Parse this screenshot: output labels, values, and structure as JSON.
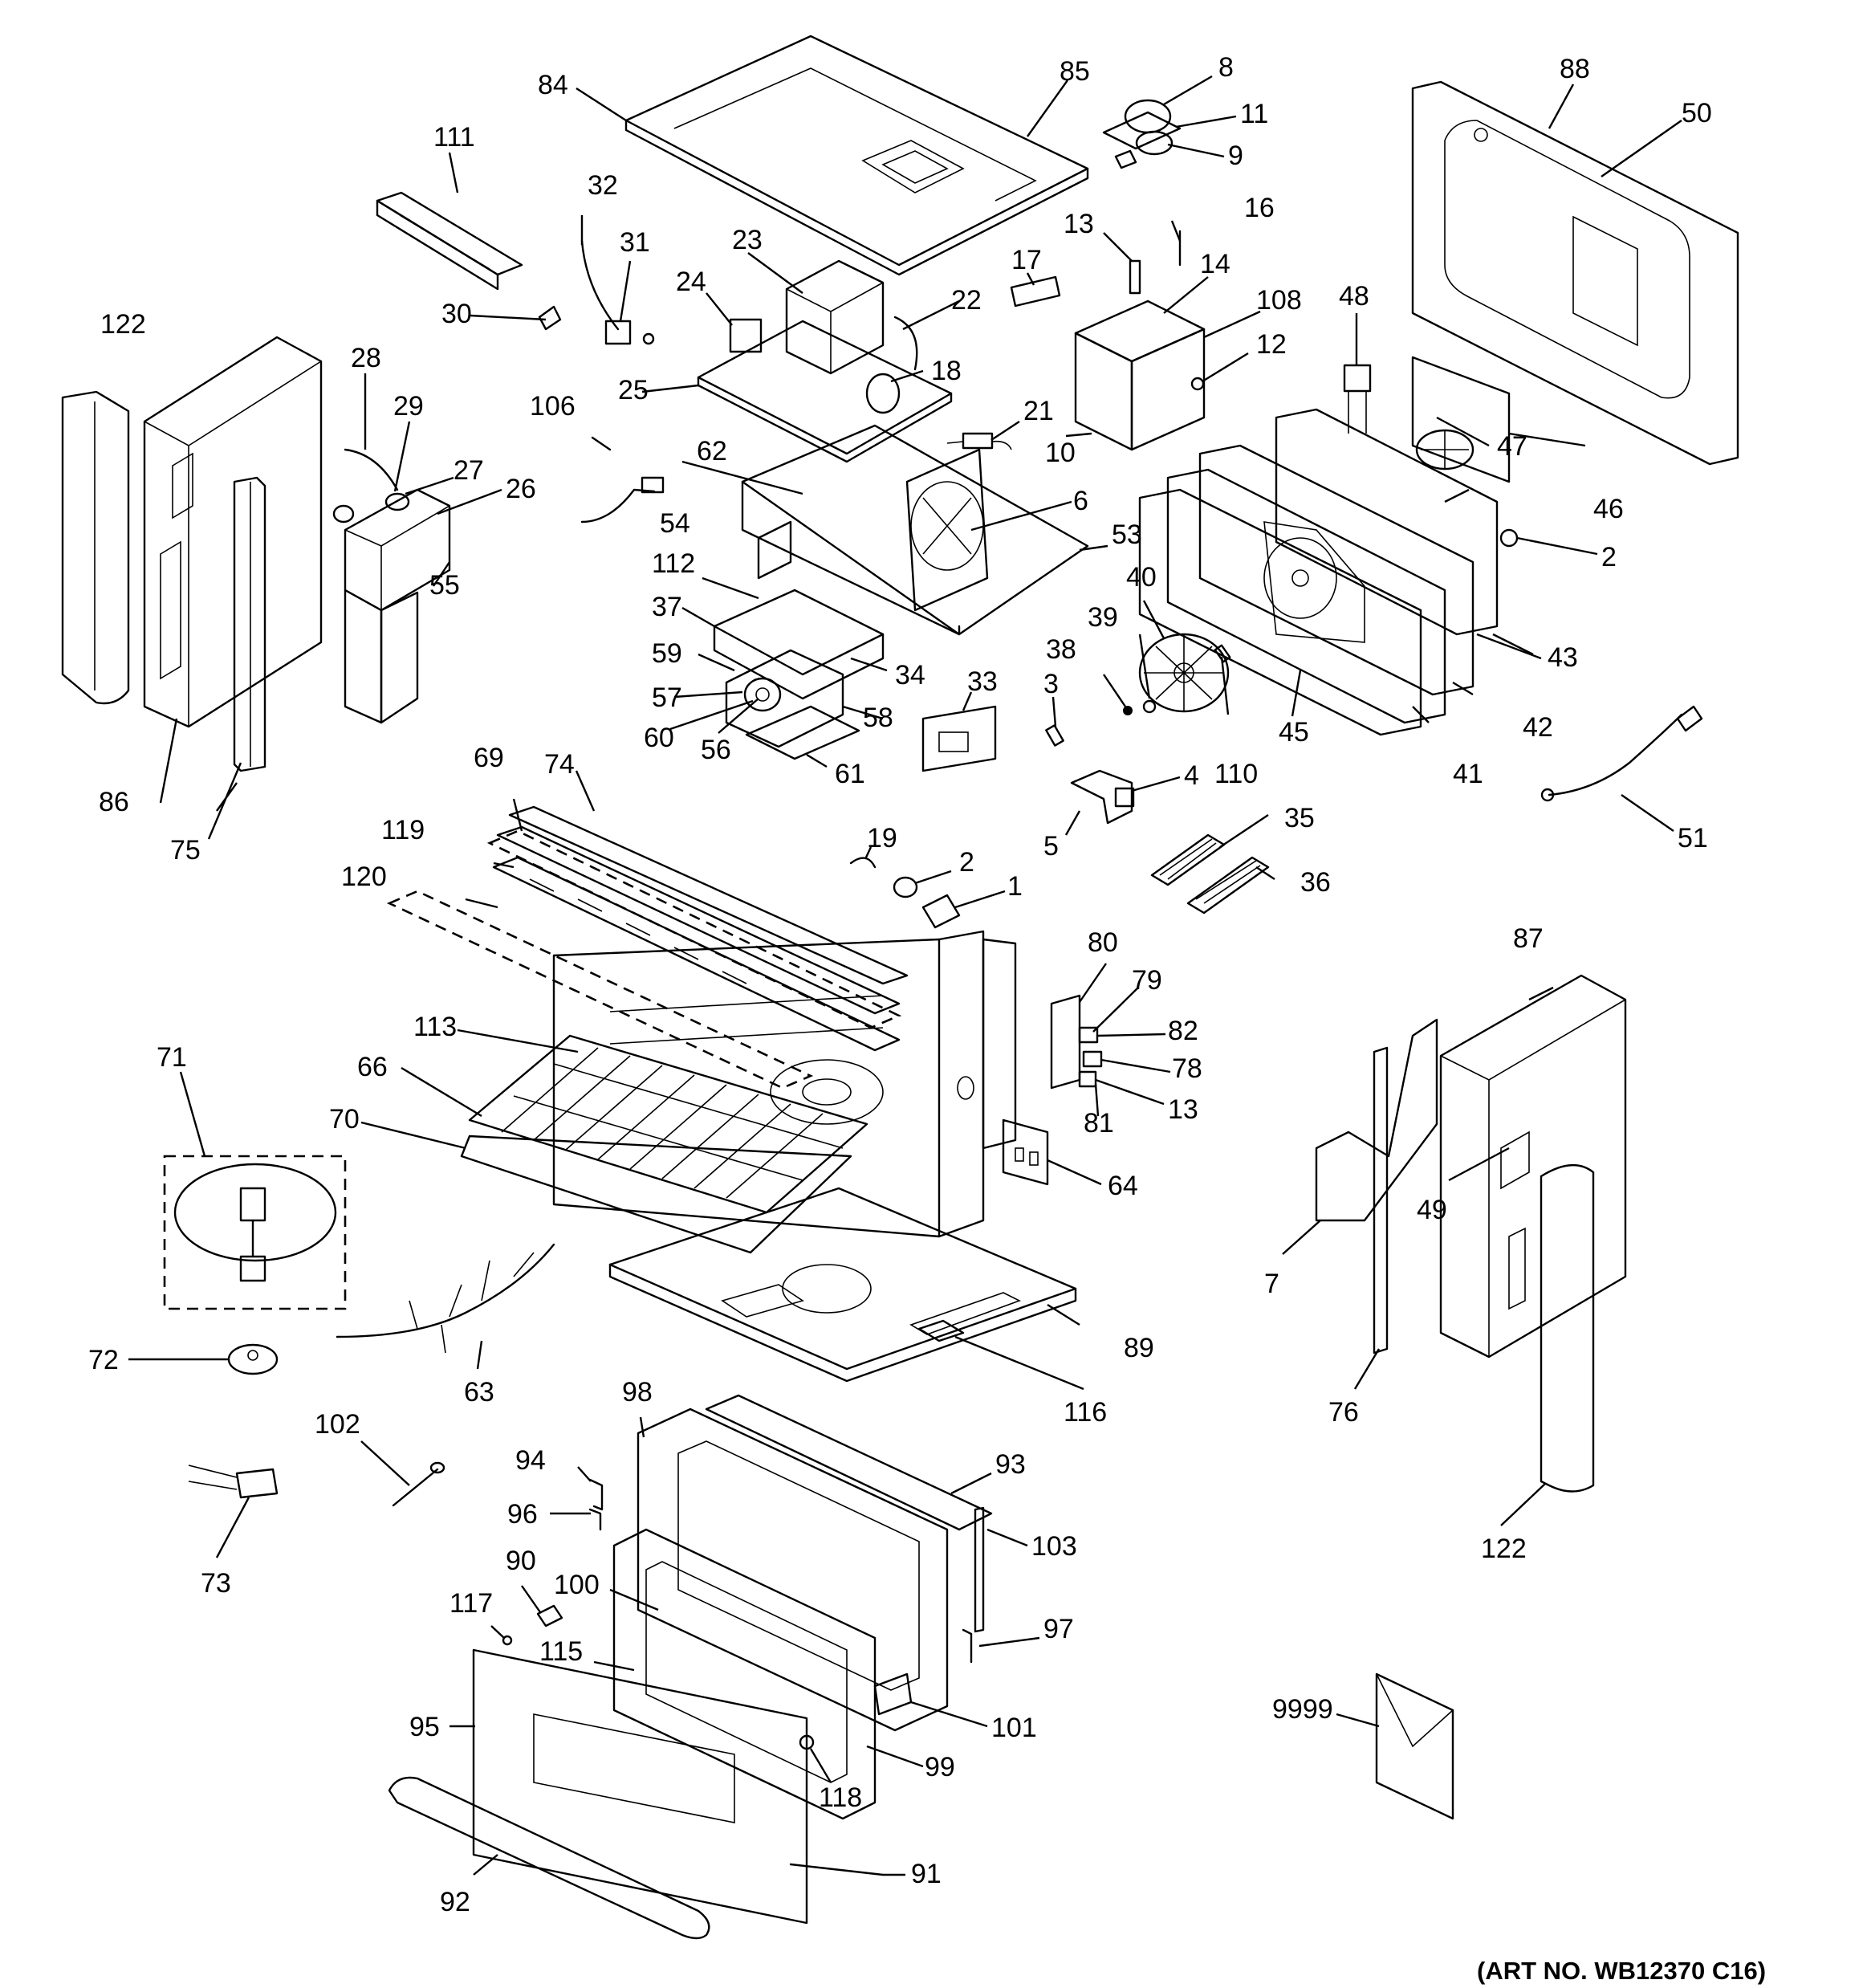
{
  "callouts": [
    {
      "id": "p1",
      "text": "1"
    },
    {
      "id": "p2a",
      "text": "2"
    },
    {
      "id": "p2b",
      "text": "2"
    },
    {
      "id": "p3",
      "text": "3"
    },
    {
      "id": "p4",
      "text": "4"
    },
    {
      "id": "p5",
      "text": "5"
    },
    {
      "id": "p6",
      "text": "6"
    },
    {
      "id": "p7",
      "text": "7"
    },
    {
      "id": "p8",
      "text": "8"
    },
    {
      "id": "p9",
      "text": "9"
    },
    {
      "id": "p10",
      "text": "10"
    },
    {
      "id": "p11",
      "text": "11"
    },
    {
      "id": "p12",
      "text": "12"
    },
    {
      "id": "p13a",
      "text": "13"
    },
    {
      "id": "p13b",
      "text": "13"
    },
    {
      "id": "p14",
      "text": "14"
    },
    {
      "id": "p16",
      "text": "16"
    },
    {
      "id": "p17",
      "text": "17"
    },
    {
      "id": "p18",
      "text": "18"
    },
    {
      "id": "p19",
      "text": "19"
    },
    {
      "id": "p21",
      "text": "21"
    },
    {
      "id": "p22",
      "text": "22"
    },
    {
      "id": "p23",
      "text": "23"
    },
    {
      "id": "p24",
      "text": "24"
    },
    {
      "id": "p25",
      "text": "25"
    },
    {
      "id": "p26",
      "text": "26"
    },
    {
      "id": "p27",
      "text": "27"
    },
    {
      "id": "p28",
      "text": "28"
    },
    {
      "id": "p29",
      "text": "29"
    },
    {
      "id": "p30",
      "text": "30"
    },
    {
      "id": "p31",
      "text": "31"
    },
    {
      "id": "p32",
      "text": "32"
    },
    {
      "id": "p33",
      "text": "33"
    },
    {
      "id": "p34",
      "text": "34"
    },
    {
      "id": "p35",
      "text": "35"
    },
    {
      "id": "p36",
      "text": "36"
    },
    {
      "id": "p37",
      "text": "37"
    },
    {
      "id": "p38",
      "text": "38"
    },
    {
      "id": "p39",
      "text": "39"
    },
    {
      "id": "p40",
      "text": "40"
    },
    {
      "id": "p41",
      "text": "41"
    },
    {
      "id": "p42",
      "text": "42"
    },
    {
      "id": "p43",
      "text": "43"
    },
    {
      "id": "p45",
      "text": "45"
    },
    {
      "id": "p46",
      "text": "46"
    },
    {
      "id": "p47",
      "text": "47"
    },
    {
      "id": "p48",
      "text": "48"
    },
    {
      "id": "p49",
      "text": "49"
    },
    {
      "id": "p50",
      "text": "50"
    },
    {
      "id": "p51",
      "text": "51"
    },
    {
      "id": "p53",
      "text": "53"
    },
    {
      "id": "p54",
      "text": "54"
    },
    {
      "id": "p55",
      "text": "55"
    },
    {
      "id": "p56",
      "text": "56"
    },
    {
      "id": "p57",
      "text": "57"
    },
    {
      "id": "p58",
      "text": "58"
    },
    {
      "id": "p59",
      "text": "59"
    },
    {
      "id": "p60",
      "text": "60"
    },
    {
      "id": "p61",
      "text": "61"
    },
    {
      "id": "p62",
      "text": "62"
    },
    {
      "id": "p63",
      "text": "63"
    },
    {
      "id": "p64",
      "text": "64"
    },
    {
      "id": "p66",
      "text": "66"
    },
    {
      "id": "p69",
      "text": "69"
    },
    {
      "id": "p70",
      "text": "70"
    },
    {
      "id": "p71",
      "text": "71"
    },
    {
      "id": "p72",
      "text": "72"
    },
    {
      "id": "p73",
      "text": "73"
    },
    {
      "id": "p74",
      "text": "74"
    },
    {
      "id": "p75",
      "text": "75"
    },
    {
      "id": "p76",
      "text": "76"
    },
    {
      "id": "p78",
      "text": "78"
    },
    {
      "id": "p79",
      "text": "79"
    },
    {
      "id": "p80",
      "text": "80"
    },
    {
      "id": "p81",
      "text": "81"
    },
    {
      "id": "p82",
      "text": "82"
    },
    {
      "id": "p84",
      "text": "84"
    },
    {
      "id": "p85",
      "text": "85"
    },
    {
      "id": "p86",
      "text": "86"
    },
    {
      "id": "p87",
      "text": "87"
    },
    {
      "id": "p88",
      "text": "88"
    },
    {
      "id": "p89",
      "text": "89"
    },
    {
      "id": "p90",
      "text": "90"
    },
    {
      "id": "p91",
      "text": "91"
    },
    {
      "id": "p92",
      "text": "92"
    },
    {
      "id": "p93",
      "text": "93"
    },
    {
      "id": "p94",
      "text": "94"
    },
    {
      "id": "p95",
      "text": "95"
    },
    {
      "id": "p96",
      "text": "96"
    },
    {
      "id": "p97",
      "text": "97"
    },
    {
      "id": "p98",
      "text": "98"
    },
    {
      "id": "p99",
      "text": "99"
    },
    {
      "id": "p100",
      "text": "100"
    },
    {
      "id": "p101",
      "text": "101"
    },
    {
      "id": "p102",
      "text": "102"
    },
    {
      "id": "p103",
      "text": "103"
    },
    {
      "id": "p106",
      "text": "106"
    },
    {
      "id": "p108",
      "text": "108"
    },
    {
      "id": "p110",
      "text": "110"
    },
    {
      "id": "p111",
      "text": "111"
    },
    {
      "id": "p112",
      "text": "112"
    },
    {
      "id": "p113",
      "text": "113"
    },
    {
      "id": "p115",
      "text": "115"
    },
    {
      "id": "p116",
      "text": "116"
    },
    {
      "id": "p117",
      "text": "117"
    },
    {
      "id": "p118",
      "text": "118"
    },
    {
      "id": "p119",
      "text": "119"
    },
    {
      "id": "p120",
      "text": "120"
    },
    {
      "id": "p122a",
      "text": "122"
    },
    {
      "id": "p122b",
      "text": "122"
    },
    {
      "id": "p9999",
      "text": "9999"
    }
  ],
  "art_number": "(ART NO. WB12370 C16)"
}
